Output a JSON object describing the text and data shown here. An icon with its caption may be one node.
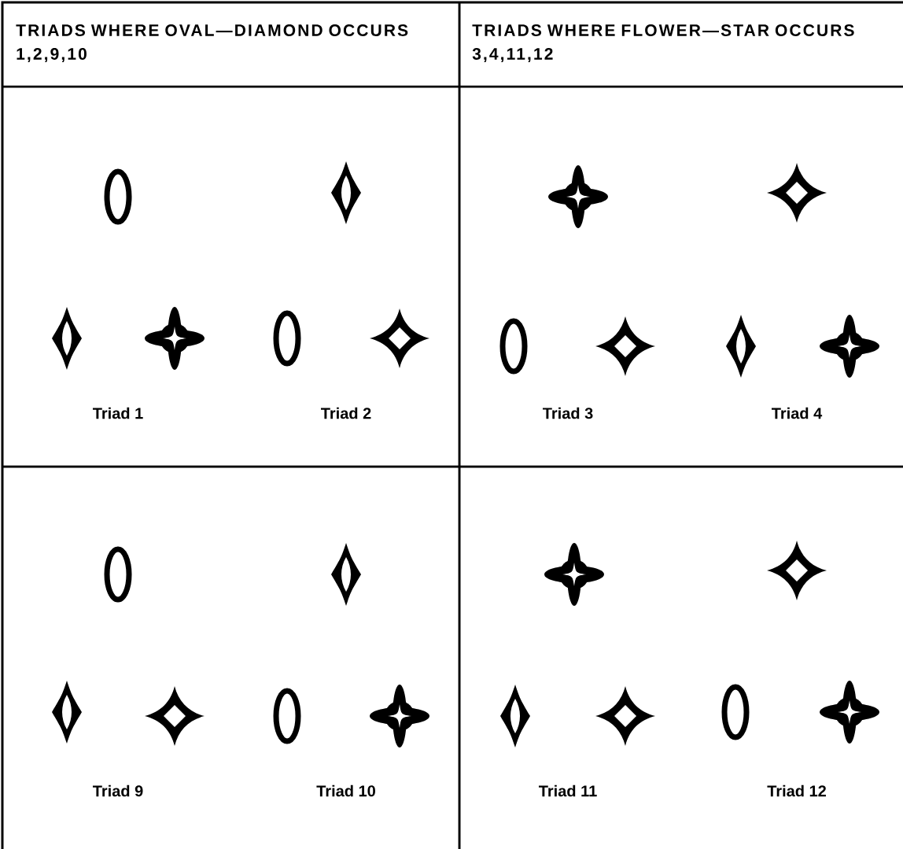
{
  "diagram": {
    "labels": [
      "TRIADS WHERE OVAL—DIAMOND OCCURS 1,2,9,10",
      "TRIADS WHERE FLOWER—STAR OCCURS 3,4,11,12",
      "Triad 1",
      "Triad 2",
      "Triad 3",
      "Triad 4",
      "Triad 9",
      "Triad 10",
      "Triad 11",
      "Triad 12"
    ]
  }
}
